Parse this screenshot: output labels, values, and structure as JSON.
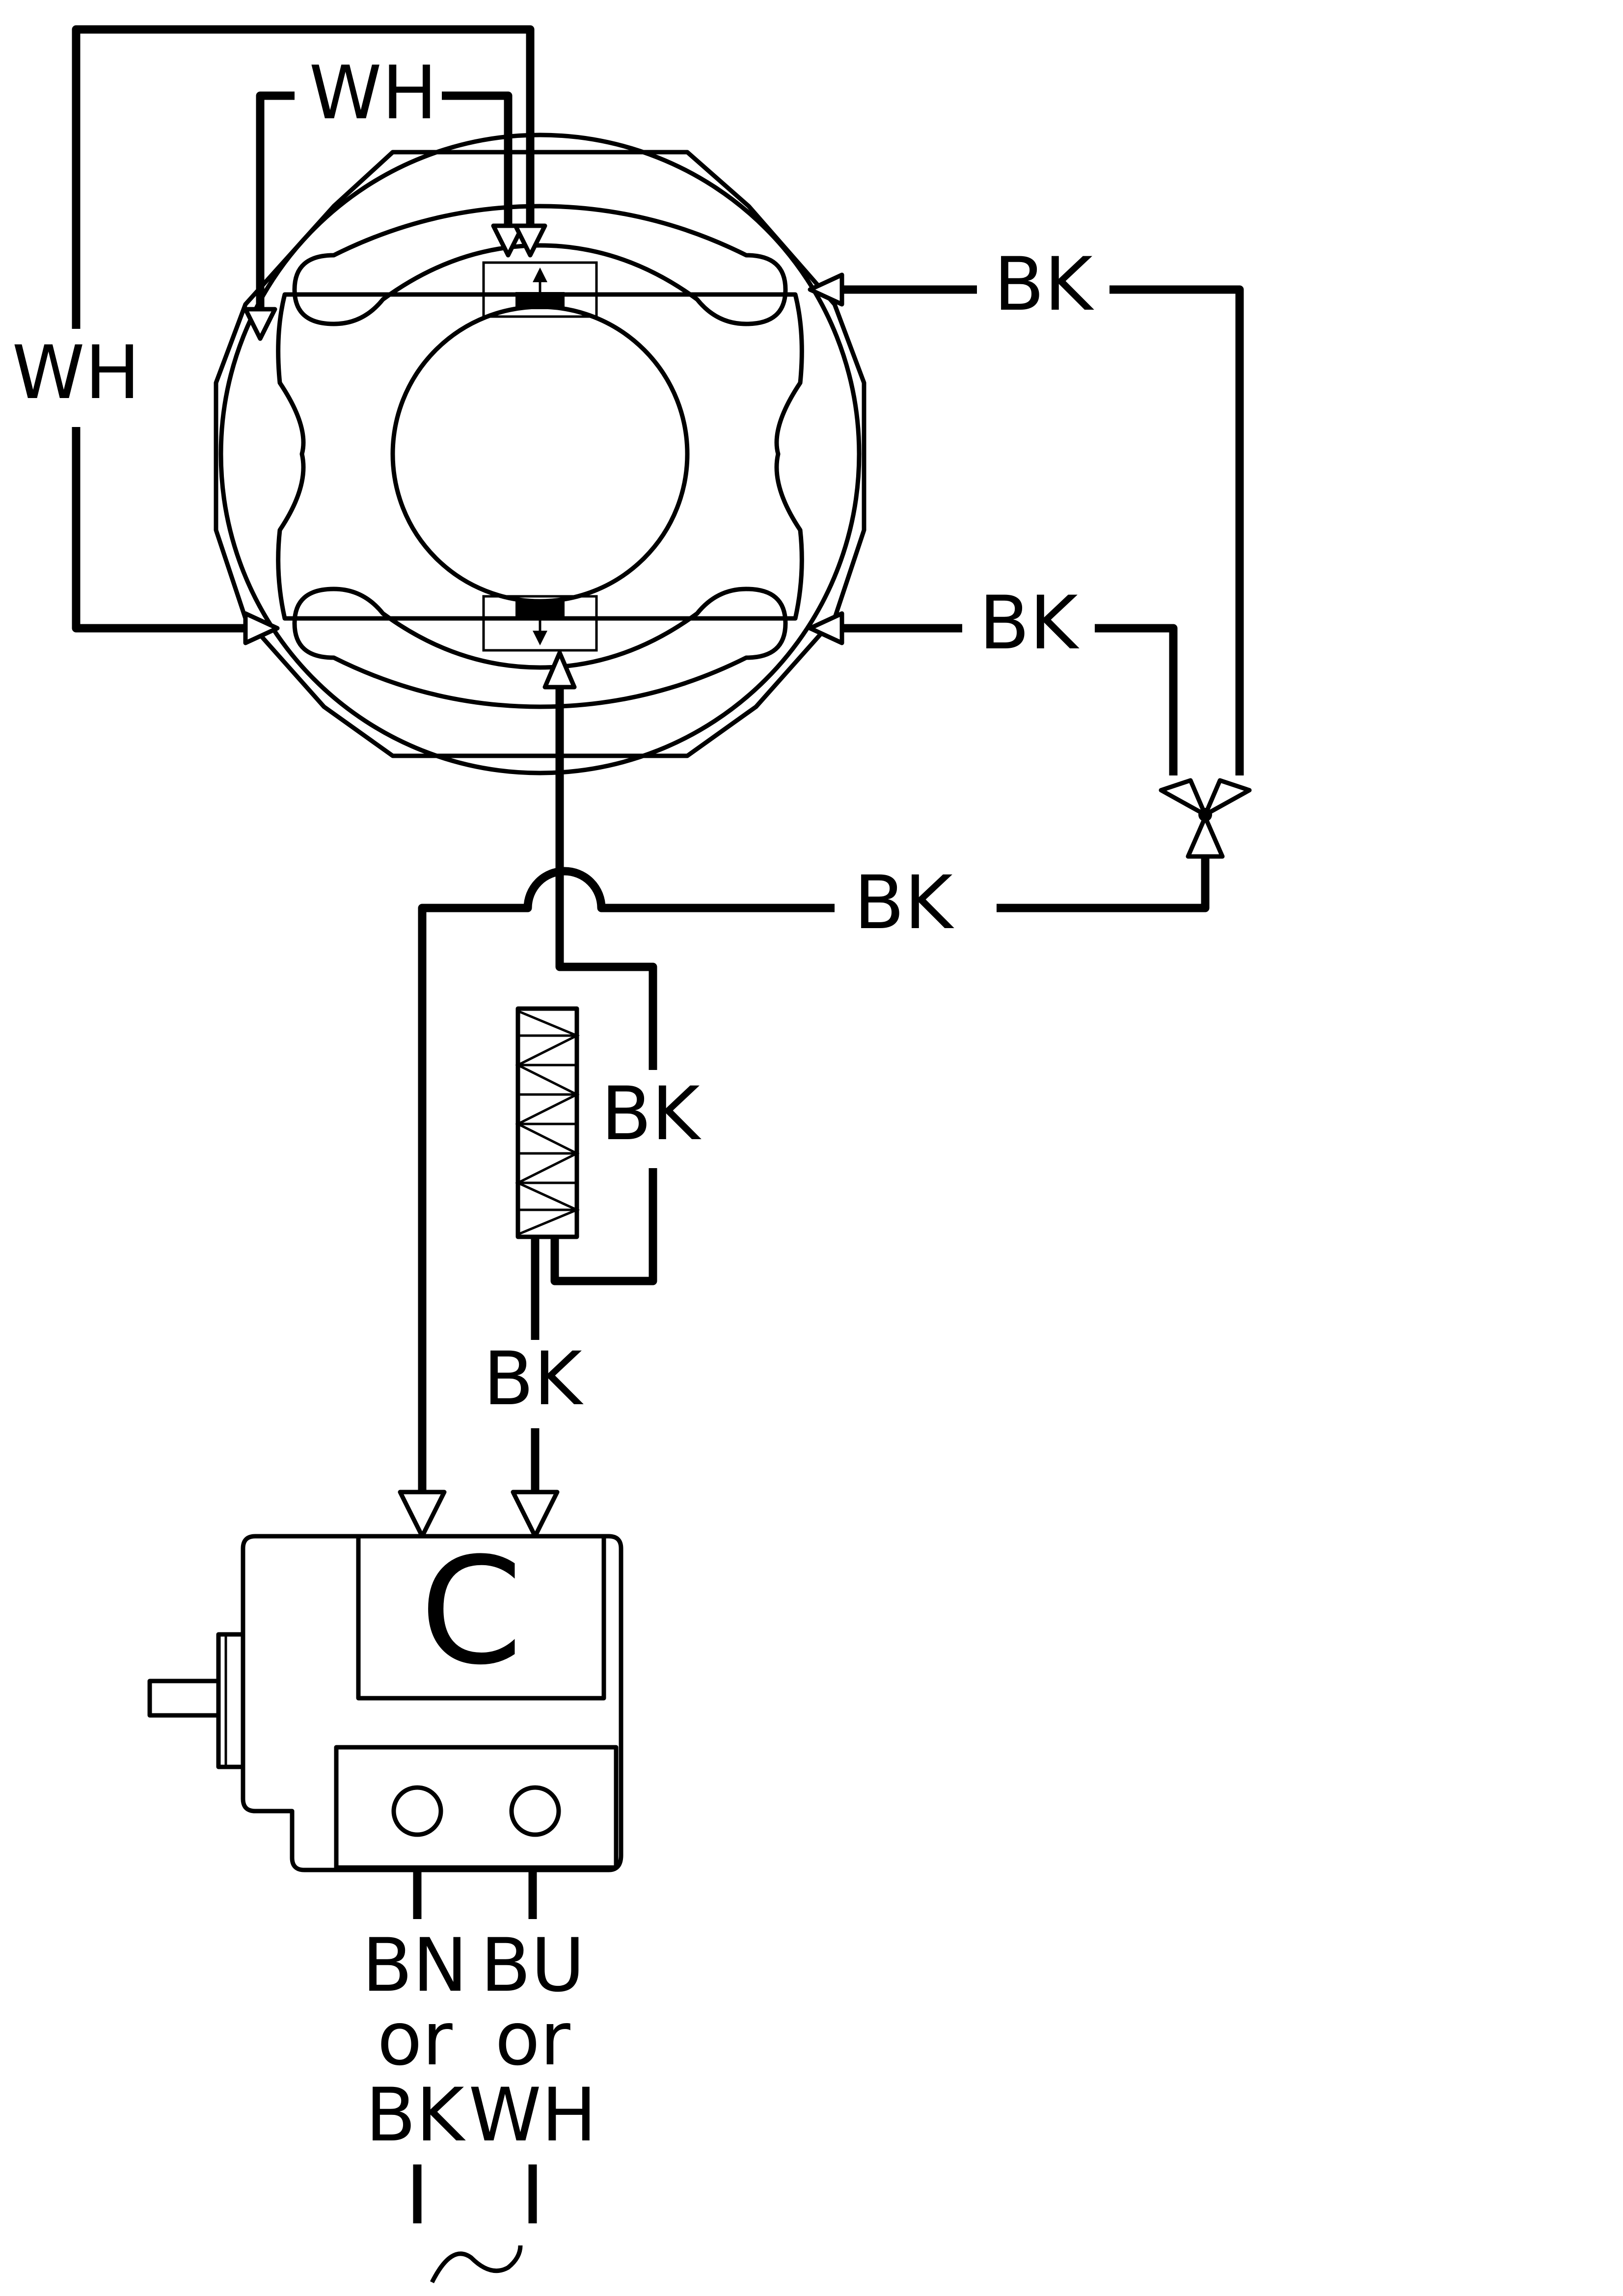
{
  "labels": {
    "wh_top": "WH",
    "wh_left": "WH",
    "bk_upper_right": "BK",
    "bk_lower_right": "BK",
    "bk_middle": "BK",
    "bk_resistor": "BK",
    "bk_lower": "BK",
    "capacitor": "C"
  },
  "supply": {
    "left": {
      "line1": "BN",
      "line2": "or",
      "line3": "BK"
    },
    "right": {
      "line1": "BU",
      "line2": "or",
      "line3": "WH"
    },
    "symbol": "~"
  }
}
